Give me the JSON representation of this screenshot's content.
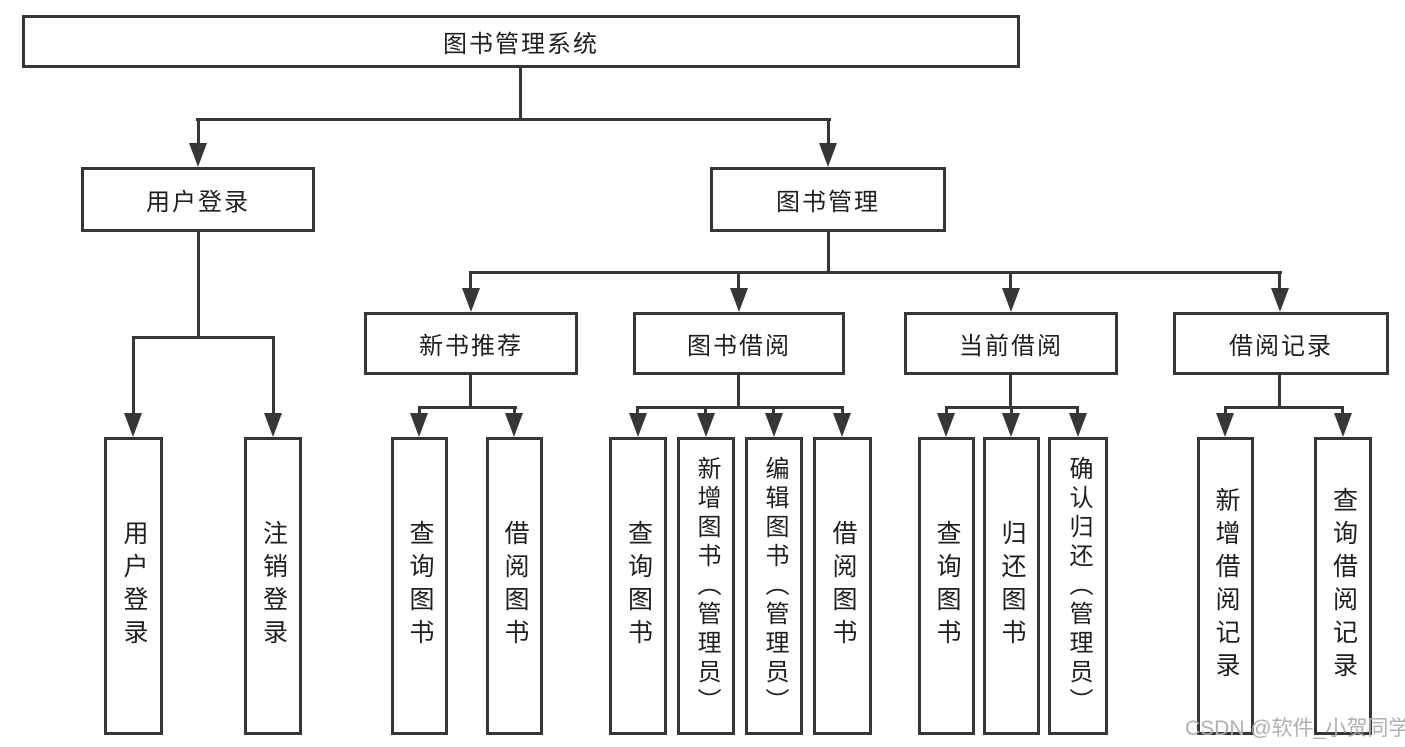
{
  "diagram": {
    "title": "图书管理系统",
    "tree": {
      "label": "图书管理系统",
      "children": [
        {
          "label": "用户登录",
          "children": [
            {
              "label": "用户登录"
            },
            {
              "label": "注销登录"
            }
          ]
        },
        {
          "label": "图书管理",
          "children": [
            {
              "label": "新书推荐",
              "children": [
                {
                  "label": "查询图书"
                },
                {
                  "label": "借阅图书"
                }
              ]
            },
            {
              "label": "图书借阅",
              "children": [
                {
                  "label": "查询图书"
                },
                {
                  "label": "新增图书（管理员）"
                },
                {
                  "label": "编辑图书（管理员）"
                },
                {
                  "label": "借阅图书"
                }
              ]
            },
            {
              "label": "当前借阅",
              "children": [
                {
                  "label": "查询图书"
                },
                {
                  "label": "归还图书"
                },
                {
                  "label": "确认归还（管理员）"
                }
              ]
            },
            {
              "label": "借阅记录",
              "children": [
                {
                  "label": "新增借阅记录"
                },
                {
                  "label": "查询借阅记录"
                }
              ]
            }
          ]
        }
      ]
    }
  },
  "watermark": {
    "text": "CSDN @软件_小贺同学"
  },
  "colors": {
    "line": "#363636",
    "text": "#1f1f1f",
    "watermark": "#b0b0b0",
    "background": "#ffffff"
  }
}
